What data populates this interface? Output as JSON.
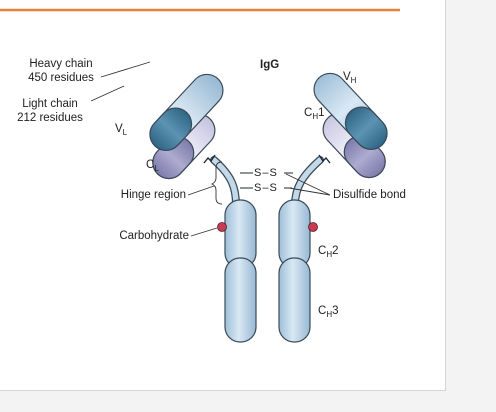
{
  "labels": {
    "title": "IgG",
    "heavy_chain_line1": "Heavy chain",
    "heavy_chain_line2": "450 residues",
    "light_chain_line1": "Light chain",
    "light_chain_line2": "212 residues",
    "hinge_region": "Hinge region",
    "carbohydrate": "Carbohydrate",
    "disulfide_bond": "Disulfide bond",
    "disulfide_symbol_top": "S–S",
    "disulfide_symbol_bottom": "S–S",
    "vl_main": "V",
    "vl_sub": "L",
    "cl_main": "C",
    "cl_sub": "L",
    "vh_main": "V",
    "vh_sub": "H",
    "ch1_main": "C",
    "ch1_sub": "H",
    "ch1_suffix": "1",
    "ch2_main": "C",
    "ch2_sub": "H",
    "ch2_suffix": "2",
    "ch3_main": "C",
    "ch3_sub": "H",
    "ch3_suffix": "3"
  },
  "colors": {
    "accent_rule": "#e8823a",
    "heavy_chain_dark": "#3d7595",
    "heavy_chain_light": "#b9d3e6",
    "light_chain": "#8e8cb9",
    "outline": "#3a4a58",
    "carbohydrate": "#c83a52"
  }
}
